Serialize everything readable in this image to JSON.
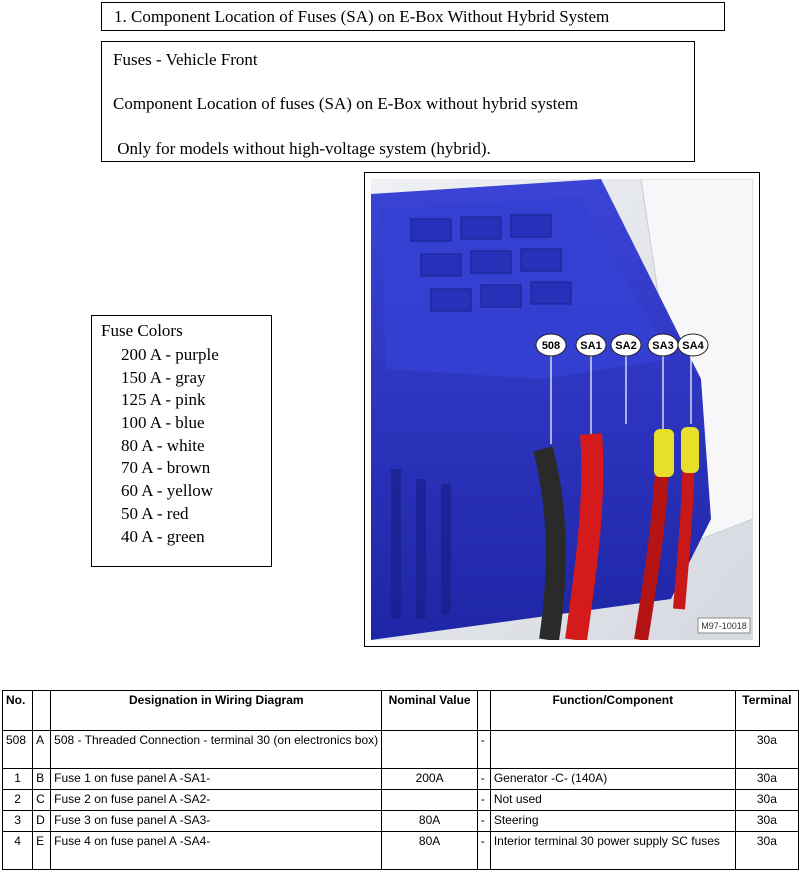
{
  "title": "1.  Component Location of Fuses (SA) on E-Box Without Hybrid System",
  "info": {
    "line1": "Fuses - Vehicle Front",
    "line2": "Component Location of fuses (SA) on E-Box without hybrid system",
    "line3": " Only for models without high-voltage system (hybrid)."
  },
  "fuse_colors": {
    "heading": "Fuse Colors",
    "items": [
      "200 A - purple",
      "150 A - gray",
      "125 A - pink",
      "100 A - blue",
      "80 A - white",
      "70 A - brown",
      "60 A - yellow",
      "50 A - red",
      "40 A - green"
    ]
  },
  "figure": {
    "callouts": [
      "508",
      "SA1",
      "SA2",
      "SA3",
      "SA4"
    ],
    "figure_id": "M97-10018",
    "colors": {
      "box": "#2b34c8",
      "box_dark": "#1a1f8a",
      "red_cable": "#d41a1a",
      "black_cable": "#2a2a2a",
      "yellow": "#e8df2a"
    }
  },
  "table": {
    "headers": [
      "No.",
      "",
      "Designation in Wiring Diagram",
      "Nominal Value",
      "",
      "Function/Component",
      "Terminal"
    ],
    "rows": [
      [
        "508",
        "A",
        "508 - Threaded Connection - terminal 30 (on electronics box)",
        "",
        "-",
        "",
        "30a"
      ],
      [
        "1",
        "B",
        "Fuse 1 on fuse panel A -SA1-",
        "200A",
        "-",
        "Generator -C- (140A)",
        "30a"
      ],
      [
        "2",
        "C",
        "Fuse 2 on fuse panel A -SA2-",
        "",
        "-",
        "Not used",
        "30a"
      ],
      [
        "3",
        "D",
        "Fuse 3 on fuse panel A -SA3-",
        "80A",
        "-",
        "Steering",
        "30a"
      ],
      [
        "4",
        "E",
        "Fuse 4 on fuse panel A -SA4-",
        "80A",
        "-",
        "Interior terminal 30 power supply SC fuses",
        "30a"
      ]
    ]
  }
}
